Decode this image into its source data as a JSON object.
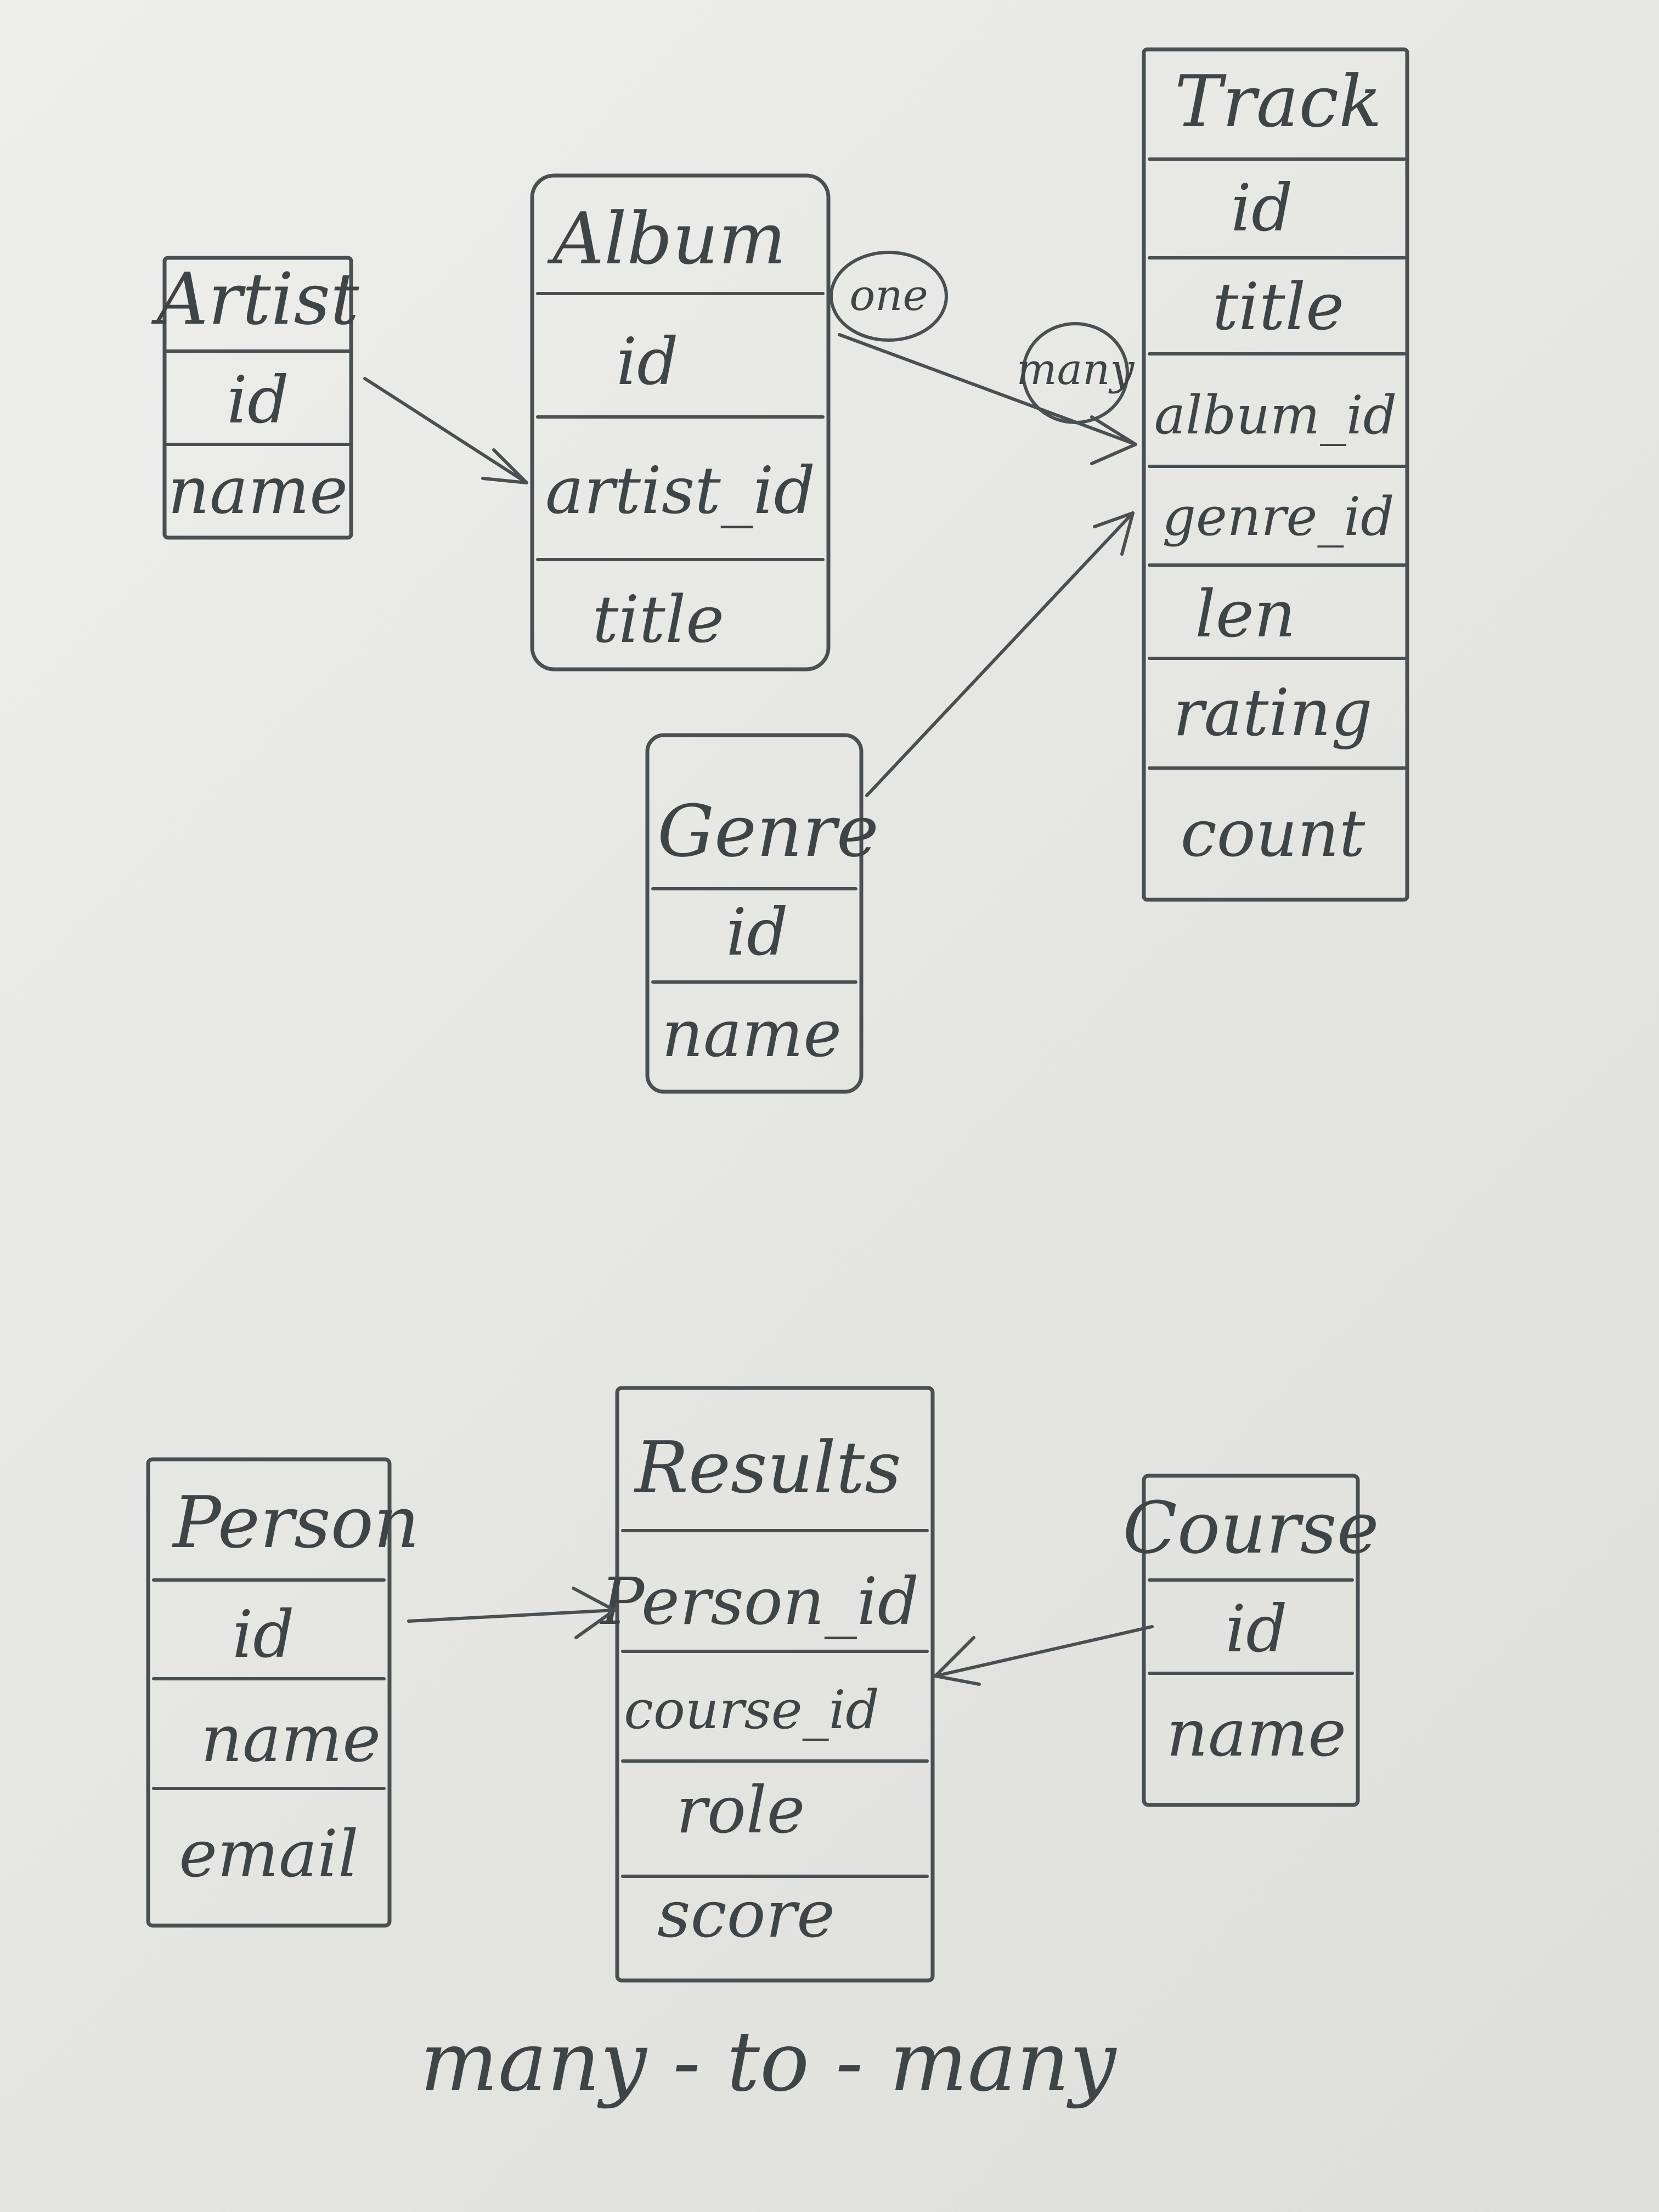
{
  "entities": {
    "artist": {
      "title": "Artist",
      "fields": [
        "id",
        "name"
      ]
    },
    "album": {
      "title": "Album",
      "fields": [
        "id",
        "artist_id",
        "title"
      ]
    },
    "track": {
      "title": "Track",
      "fields": [
        "id",
        "title",
        "album_id",
        "genre_id",
        "len",
        "rating",
        "count"
      ]
    },
    "genre": {
      "title": "Genre",
      "fields": [
        "id",
        "name"
      ]
    },
    "person": {
      "title": "Person",
      "fields": [
        "id",
        "name",
        "email"
      ]
    },
    "results": {
      "title": "Results",
      "fields": [
        "Person_id",
        "course_id",
        "role",
        "score"
      ]
    },
    "course": {
      "title": "Course",
      "fields": [
        "id",
        "name"
      ]
    }
  },
  "labels": {
    "one": "one",
    "many": "many"
  },
  "caption": "many - to - many",
  "relationships": [
    {
      "from": "Artist",
      "to": "Album"
    },
    {
      "from": "Album",
      "to": "Track",
      "cardinality": "one to many"
    },
    {
      "from": "Genre",
      "to": "Track"
    },
    {
      "from": "Person",
      "to": "Results"
    },
    {
      "from": "Course",
      "to": "Results"
    }
  ]
}
